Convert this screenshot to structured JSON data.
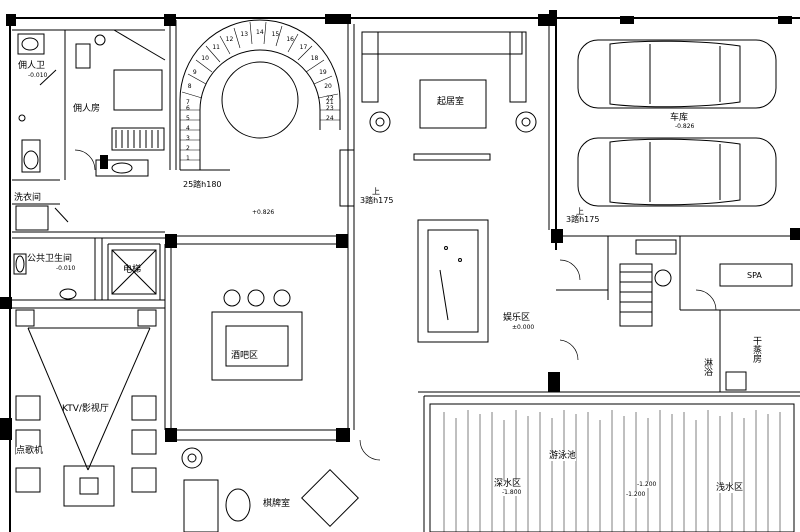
{
  "rooms": {
    "servant_bath": "佣人卫",
    "servant_bath_level": "-0.010",
    "servant_room": "佣人房",
    "laundry": "洗衣间",
    "public_bath": "公共卫生间",
    "public_bath_level": "-0.010",
    "elevator": "电梯",
    "living_room": "起居室",
    "garage": "车库",
    "garage_level": "-0.826",
    "entertainment": "娱乐区",
    "entertainment_level": "±0.000",
    "bar": "酒吧区",
    "ktv": "KTV/影视厅",
    "song_machine": "点歌机",
    "chess_room": "棋牌室",
    "spa": "SPA",
    "sauna": "干蒸房",
    "shower": "淋浴",
    "pool": "游泳池",
    "deep_water": "深水区",
    "deep_water_level": "-1.800",
    "shallow_water": "浅水区",
    "pool_level_1": "-1.200",
    "pool_level_2": "-1.200"
  },
  "annotations": {
    "stair_main": "25踏h180",
    "stair_living": "3踏h175",
    "stair_garage": "3踏h175",
    "up_1": "上",
    "up_2": "上",
    "level_hall": "+0.826"
  },
  "stair_steps": [
    "1",
    "2",
    "3",
    "4",
    "5",
    "6",
    "7",
    "8",
    "9",
    "10",
    "11",
    "12",
    "13",
    "14",
    "15",
    "16",
    "17",
    "18",
    "19",
    "20",
    "21",
    "22",
    "23",
    "24"
  ]
}
